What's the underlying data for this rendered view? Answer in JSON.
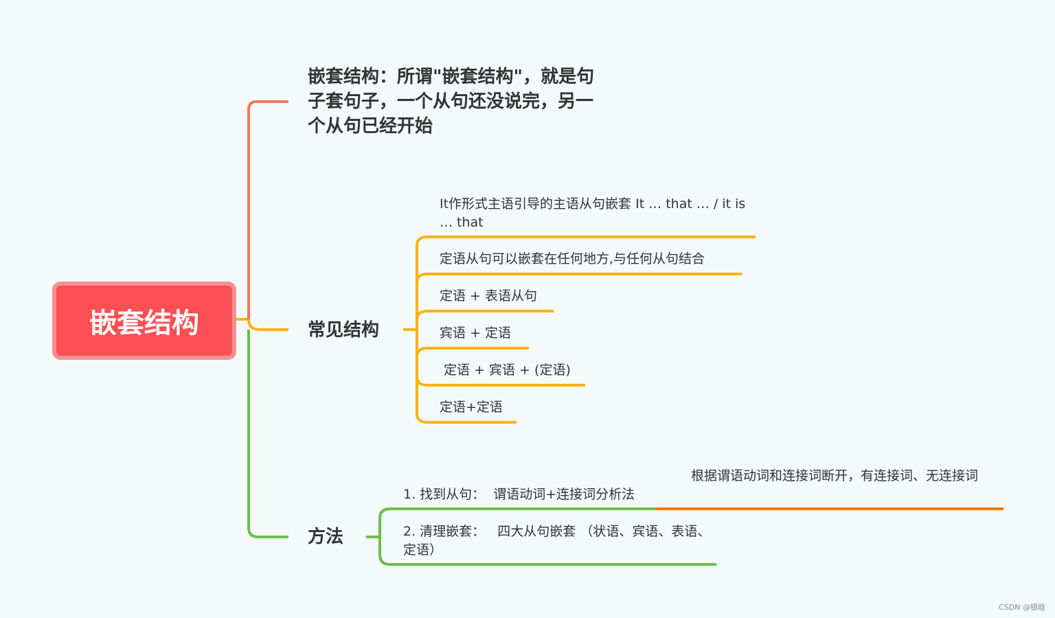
{
  "root": {
    "label": "嵌套结构"
  },
  "branches": {
    "definition": {
      "label": "嵌套结构：所谓\"嵌套结构\"，就是句子套句子，一个从句还没说完，另一个从句已经开始"
    },
    "common": {
      "label": "常见结构",
      "items": [
        "It作形式主语引导的主语从句嵌套  It … that … / it is … that",
        "定语从句可以嵌套在任何地方,与任何从句结合",
        "定语 + 表语从句",
        "宾语 + 定语",
        " 定语 + 宾语 + (定语)",
        "定语+定语"
      ]
    },
    "method": {
      "label": "方法",
      "items": [
        {
          "label": "1. 找到从句：  谓语动词+连接词分析法",
          "child": "根据谓语动词和连接词断开，有连接词、无连接词"
        },
        {
          "label": "2. 清理嵌套：   四大从句嵌套 （状语、宾语、表语、定语）"
        }
      ]
    }
  },
  "colors": {
    "root_fill": "#fb4f53",
    "root_border": "#f98f95",
    "branch1": "#f4765f",
    "branch2": "#f9b315",
    "branch3": "#6dbf4b",
    "subchild": "#f6780a"
  },
  "watermark": "CSDN @银晗"
}
